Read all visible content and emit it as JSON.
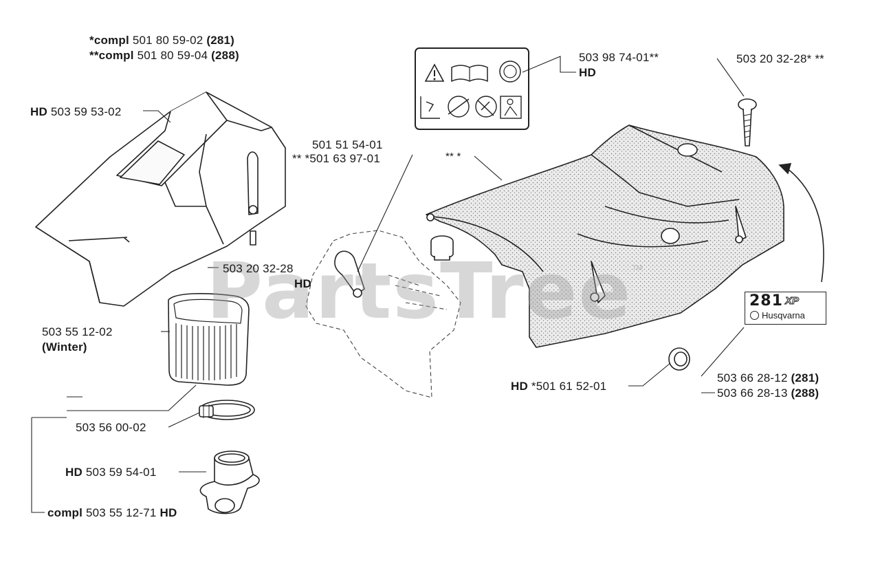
{
  "labels": {
    "compl_281_prefix": "*compl",
    "compl_281_num": " 501 80 59-02 ",
    "compl_281_model": "(281)",
    "compl_288_prefix": "**compl",
    "compl_288_num": " 501 80 59-04 ",
    "compl_288_model": "(288)",
    "cover_top_prefix": "HD",
    "cover_top_num": " 503 59 53-02",
    "screw_left_num": "503 20 32-28",
    "screw_left_hd": "HD",
    "filter_num": "503 55 12-02",
    "filter_note": "(Winter)",
    "clamp_num": "503 56 00-02",
    "adapter_prefix": "HD",
    "adapter_num": " 503 59 54-01",
    "kit_prefix": "compl",
    "kit_num": " 503 55 12-71 ",
    "kit_suffix": "HD",
    "sticker_num": "503 98 74-01**",
    "sticker_hd": "HD",
    "screw_right_num": "503 20 32-28* **",
    "knob_num1": "501 51 54-01",
    "knob_num2": "** *501 63 97-01",
    "cover_stars": "** *",
    "plug_prefix": "HD",
    "plug_num": " *501 61 52-01",
    "decal_281_num": "503 66 28-12 ",
    "decal_281_model": "(281)",
    "decal_288_num": "503 66 28-13 ",
    "decal_288_model": "(288)"
  },
  "decal": {
    "model": "281",
    "suffix": "XP",
    "brand": "Husqvarna"
  },
  "watermark": {
    "text": "PartsTree",
    "mark": "™"
  }
}
